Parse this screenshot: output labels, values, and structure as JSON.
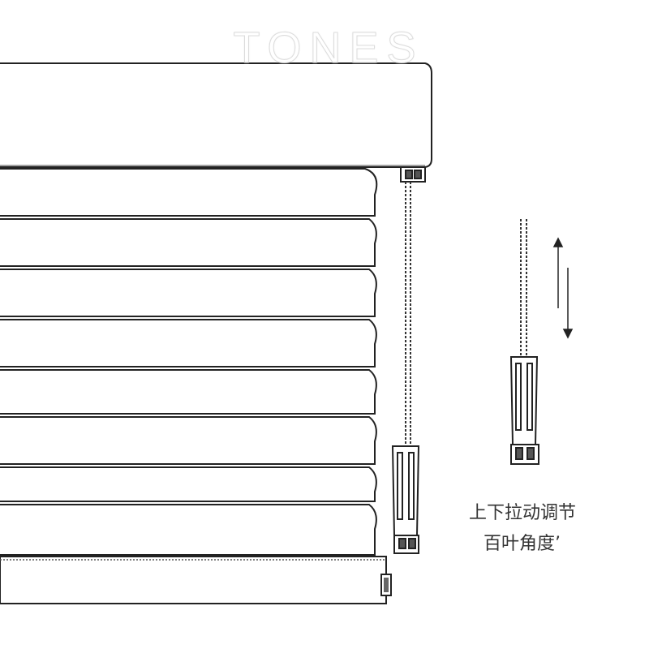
{
  "watermark": {
    "text": "TONES"
  },
  "caption": {
    "line1": "上下拉动调节",
    "line2": "百叶角度’"
  },
  "colors": {
    "line": "#222222",
    "fill": "#ffffff"
  },
  "icons": [
    "up-arrow-icon",
    "down-arrow-icon"
  ]
}
